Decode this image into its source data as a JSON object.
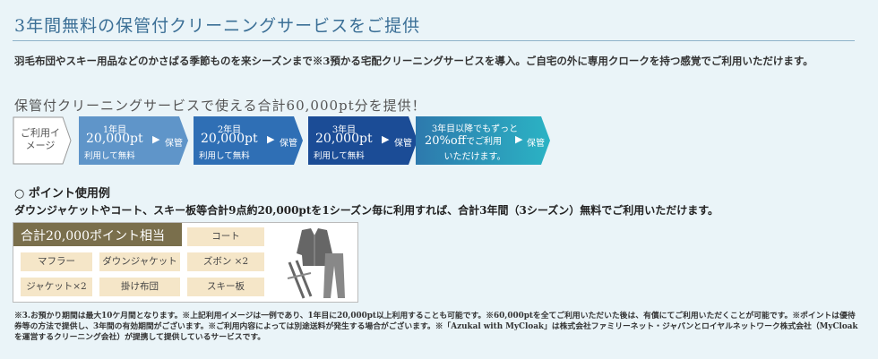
{
  "title": "3年間無料の保管付クリーニングサービスをご提供",
  "intro": "羽毛布団やスキー用品などのかさばる季節ものを来シーズンまで※3預かる宅配クリーニングサービスを導入。ご自宅の外に専用クロークを持つ感覚でご利用いただけます。",
  "offer": "保管付クリーニングサービスで使える合計60,000pt分を提供！",
  "steps": {
    "label": "ご利用イメージ",
    "items": [
      {
        "year": "1年目",
        "points": "20,000pt",
        "storage": "保管",
        "note": "利用して無料",
        "color": "#5f95c9"
      },
      {
        "year": "2年目",
        "points": "20,000pt",
        "storage": "保管",
        "note": "利用して無料",
        "color": "#2f6fb5"
      },
      {
        "year": "3年目",
        "points": "20,000pt",
        "storage": "保管",
        "note": "利用して無料",
        "color": "#1b4c96"
      }
    ],
    "final": {
      "line1": "3年目以降でもずっと",
      "line2_big": "20%off",
      "line2_small": "でご利用",
      "line3": "いただけます。",
      "storage": "保管",
      "color_start": "#2d79ad",
      "color_end": "#2bb3c4"
    },
    "arrow": "▶"
  },
  "example": {
    "title": "○ ポイント使用例",
    "desc": "ダウンジャケットやコート、スキー板等合計9点約20,000ptを1シーズン毎に利用すれば、合計3年間（3シーズン）無料でご利用いただけます。",
    "header": "合計20,000ポイント相当",
    "items": {
      "coat": "コート",
      "muffler": "マフラー",
      "down": "ダウンジャケット",
      "pants": "ズボン ×2",
      "jacket": "ジャケット×2",
      "futon": "掛け布団",
      "ski": "スキー板"
    }
  },
  "notes": "※3.お預かり期間は最大10ケ月間となります。※上記利用イメージは一例であり、1年目に20,000pt以上利用することも可能です。※60,000ptを全てご利用いただいた後は、有償にてご利用いただくことが可能です。※ポイントは優待券等の方法で提供し、3年間の有効期間がございます。※ご利用内容によっては別途送料が発生する場合がございます。※「Azukal with MyCloak」は株式会社ファミリーネット・ジャパンとロイヤルネットワーク株式会社（MyCloakを運営するクリーニング会社）が提携して提供しているサービスです。"
}
